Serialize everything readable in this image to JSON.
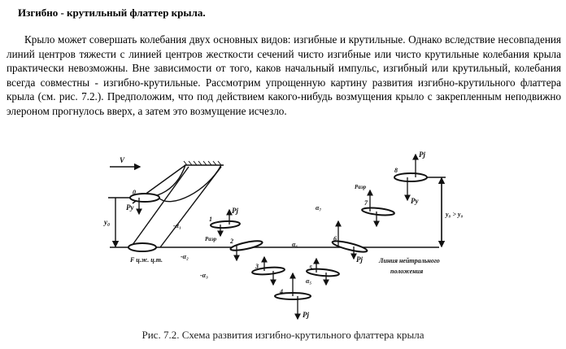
{
  "title": "Изгибно - крутильный флаттер крыла.",
  "paragraph": "Крыло может совершать колебания двух основных видов: изгибные и крутильные. Однако вследствие несовпадения линий центров тяжести с линией центров жесткости сечений чисто изгибные или чисто крутильные колебания крыла практически невозможны. Вне зависимости от того, каков начальный импульс, изгибный или крутильный, колебания всегда совместны - изгибно-крутильные. Рассмотрим упрощенную картину развития изгибно-крутильного флаттера крыла (см. рис. 7.2.). Предположим, что под действием какого-нибудь возмущения крыло с закрепленным неподвижно элероном прогнулось вверх, а затем это возмущение исчезло.",
  "figure": {
    "caption": "Рис. 7.2. Схема развития изгибно-крутильного флаттера крыла",
    "labels": {
      "v": "V",
      "y0": "y₀",
      "f": "F ц.ж. ц.т.",
      "neutral1": "Линия нейтрального",
      "neutral2": "положения",
      "y8": "y₈ > y₀",
      "py": "Pу",
      "pj": "Pj",
      "paer": "Pаэр",
      "a1": "-α₁",
      "a2": "-α₂",
      "a3": "-α₃",
      "a5": "α₅",
      "a6": "α₆",
      "a7": "α₇"
    },
    "positions": [
      "0",
      "1",
      "2",
      "3",
      "4",
      "5",
      "6",
      "7",
      "8"
    ]
  }
}
